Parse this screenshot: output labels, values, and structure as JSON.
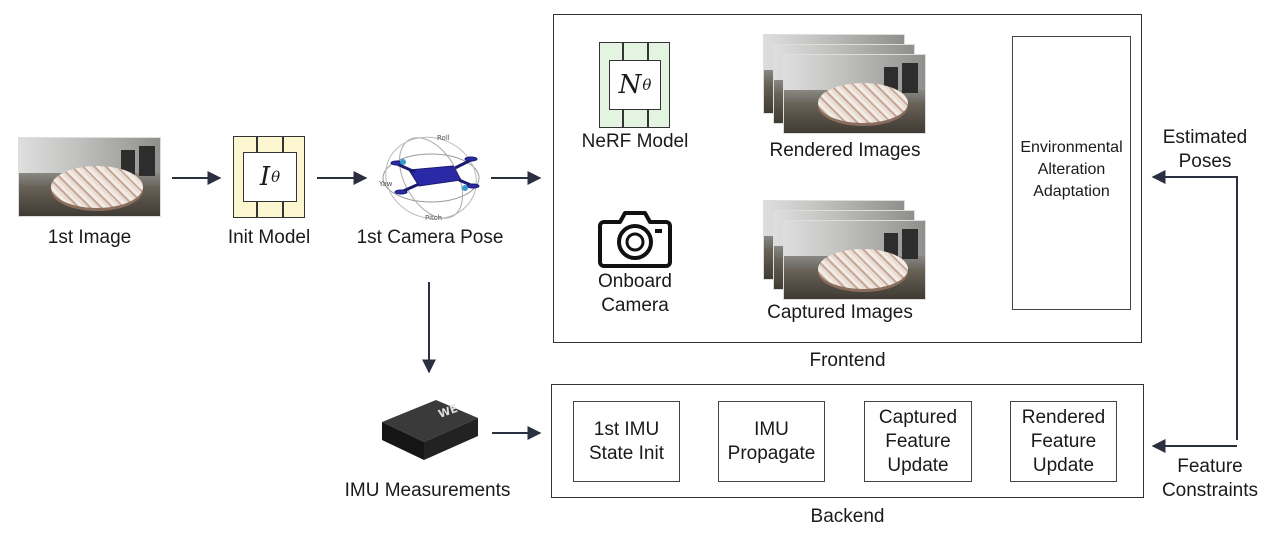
{
  "labels": {
    "first_image": "1st Image",
    "init_model": "Init Model",
    "first_camera_pose": "1st Camera Pose",
    "nerf_model": "NeRF Model",
    "rendered_images": "Rendered Images",
    "onboard_camera_line1": "Onboard",
    "onboard_camera_line2": "Camera",
    "captured_images": "Captured Images",
    "frontend": "Frontend",
    "backend": "Backend",
    "imu_measurements": "IMU Measurements",
    "estimated_poses_line1": "Estimated",
    "estimated_poses_line2": "Poses",
    "feature_constraints_line1": "Feature",
    "feature_constraints_line2": "Constraints",
    "init_symbol": "I",
    "init_symbol_sub": "θ",
    "nerf_symbol": "N",
    "nerf_symbol_sub": "θ",
    "imu_logo": "WE",
    "gimbal_yaw": "Yaw",
    "gimbal_roll": "Roll",
    "gimbal_pitch": "Pitch"
  },
  "env_block": {
    "line1": "Environmental",
    "line2": "Alteration",
    "line3": "Adaptation"
  },
  "backend_steps": [
    {
      "line1": "1st IMU",
      "line2": "State Init",
      "line3": ""
    },
    {
      "line1": "IMU",
      "line2": "Propagate",
      "line3": ""
    },
    {
      "line1": "Captured",
      "line2": "Feature",
      "line3": "Update"
    },
    {
      "line1": "Rendered",
      "line2": "Feature",
      "line3": "Update"
    }
  ],
  "colors": {
    "init_model_fill": "#fbf6cf",
    "nerf_model_fill": "#e3f5e0",
    "arrow": "#2b3040",
    "drone": "#2a2aa8"
  }
}
